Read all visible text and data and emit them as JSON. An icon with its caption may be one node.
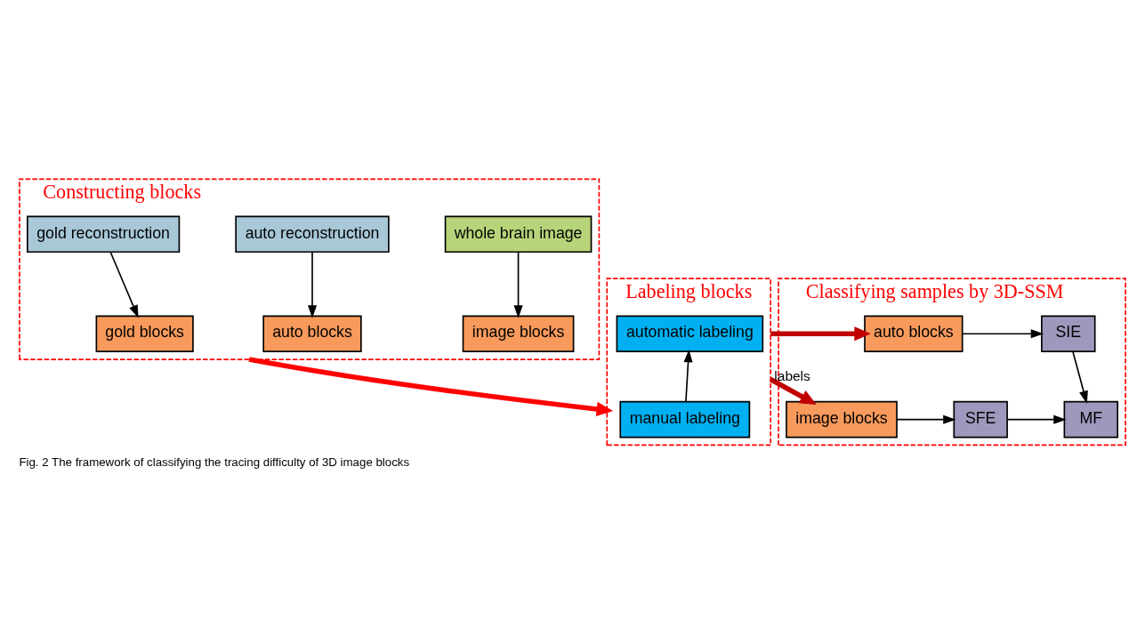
{
  "diagram": {
    "caption": "Fig. 2 The framework of classifying the tracing difficulty of 3D image blocks",
    "nodes": [
      {
        "text": [
          "Constructing blocks"
        ]
      },
      {
        "text": [
          "whole brain image"
        ],
        "in": 0
      },
      {
        "text": [
          "auto reconstruction"
        ],
        "in": 0
      },
      {
        "text": [
          "gold reconstruction"
        ],
        "in": 0
      },
      {
        "text": [
          "image blocks"
        ],
        "in": 0
      },
      {
        "text": [
          "auto blocks"
        ],
        "in": 0
      },
      {
        "text": [
          "gold blocks"
        ],
        "in": 0
      },
      {
        "text": [
          "Classifying samples by 3D-SSM"
        ]
      },
      {
        "text": [
          "MF"
        ],
        "in": 7
      },
      {
        "text": [
          "SFE"
        ],
        "in": 7
      },
      {
        "text": [
          "SIE"
        ],
        "in": 7
      },
      {
        "text": [
          "image blocks"
        ],
        "in": 7
      },
      {
        "text": [
          "auto blocks"
        ],
        "in": 7
      },
      {
        "text": [
          "Labeling blocks"
        ]
      },
      {
        "text": [
          "manual labeling"
        ],
        "in": 13
      },
      {
        "text": [
          "automatic labeling"
        ],
        "in": 13
      }
    ],
    "edges": [
      {
        "from": 1,
        "to": 4,
        "arrow": "to"
      },
      {
        "from": 2,
        "to": 5,
        "arrow": "to"
      },
      {
        "from": 3,
        "to": 6,
        "arrow": "to"
      },
      {
        "from": 0,
        "to": 13,
        "arrow": "to",
        "style": "thick",
        "color": "#ff0000"
      },
      {
        "from": 14,
        "to": 15,
        "arrow": "to"
      },
      {
        "from": 13,
        "to": 11,
        "arrow": "to",
        "label": "labels",
        "style": "thick",
        "color": "#c00000"
      },
      {
        "from": 13,
        "to": 12,
        "arrow": "to",
        "style": "thick",
        "color": "#c00000"
      },
      {
        "from": 11,
        "to": 9,
        "arrow": "to"
      },
      {
        "from": 12,
        "to": 10,
        "arrow": "to"
      },
      {
        "from": 9,
        "to": 8,
        "arrow": "to"
      },
      {
        "from": 10,
        "to": 8,
        "arrow": "to"
      }
    ]
  }
}
